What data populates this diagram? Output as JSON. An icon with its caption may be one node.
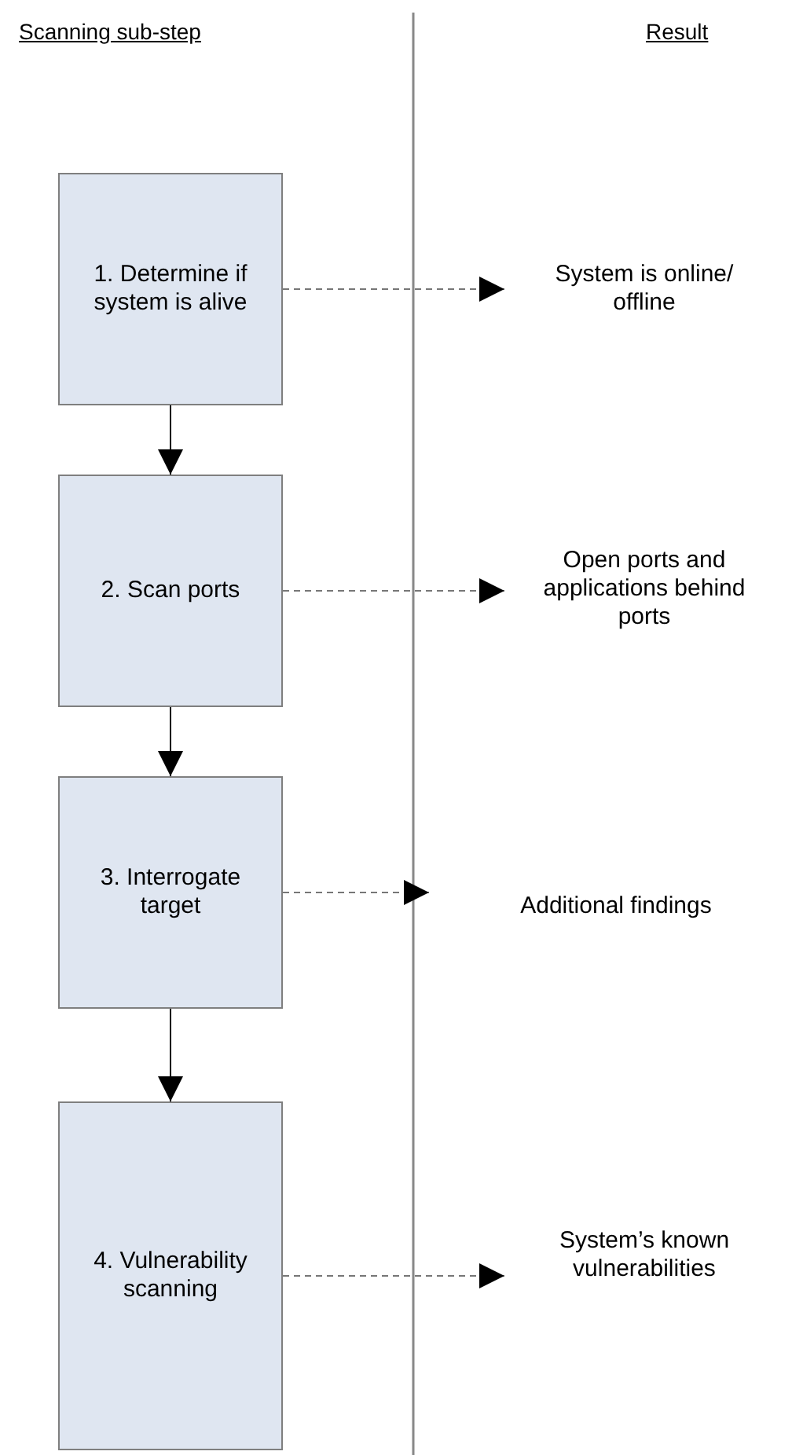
{
  "diagram": {
    "nodes": [
      {
        "text": [
          "1. Determine if system is alive"
        ]
      },
      {
        "text": [
          "2. Scan ports"
        ]
      },
      {
        "text": [
          "3. Interrogate target"
        ]
      },
      {
        "text": [
          "4. Vulnerability scanning"
        ]
      },
      {
        "text": [
          "System is online/ offline"
        ]
      },
      {
        "text": [
          "Open ports and applications behind ports"
        ]
      },
      {
        "text": [
          "Additional findings"
        ]
      },
      {
        "text": [
          "System’s known vulnerabilities"
        ]
      }
    ],
    "edges": [
      {
        "from": 0,
        "to": 1,
        "arrow": "to",
        "color": "#000000"
      },
      {
        "from": 1,
        "to": 2,
        "arrow": "to",
        "color": "#000000"
      },
      {
        "from": 2,
        "to": 3,
        "arrow": "to",
        "color": "#000000"
      },
      {
        "from": 0,
        "to": 4,
        "arrow": "to",
        "style": "dashed"
      },
      {
        "from": 1,
        "to": 5,
        "arrow": "to",
        "style": "dashed"
      },
      {
        "from": 2,
        "to": 6,
        "arrow": "to",
        "style": "dashed"
      },
      {
        "from": 3,
        "to": 7,
        "arrow": "to",
        "style": "dashed"
      }
    ],
    "labels": [
      "Scanning sub-step",
      "Result"
    ]
  }
}
